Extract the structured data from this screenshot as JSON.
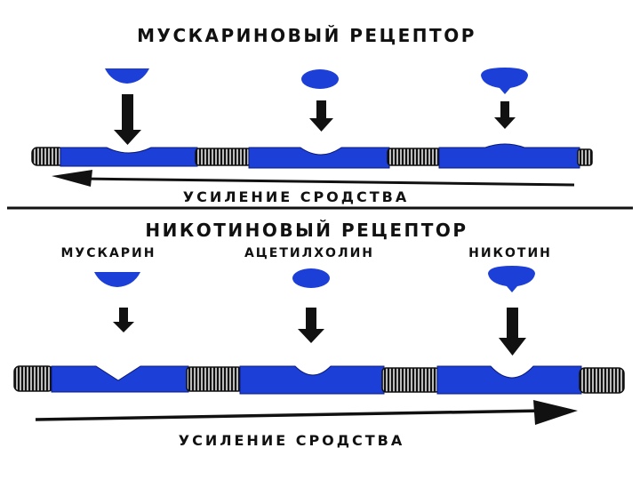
{
  "colors": {
    "receptor": "#1c3fd8",
    "ligand": "#1c3fd8",
    "ink": "#111111",
    "coil": "#bbbbbb",
    "background": "#ffffff"
  },
  "muscarinic": {
    "title": "МУСКАРИНОВЫЙ РЕЦЕПТОР",
    "affinity_label": "УСИЛЕНИЕ СРОДСТВА",
    "ligand_shapes": [
      "flat-cap-icon",
      "oval-icon",
      "pointed-drop-icon"
    ]
  },
  "nicotinic": {
    "title": "НИКОТИНОВЫЙ РЕЦЕПТОР",
    "ligands": [
      "МУСКАРИН",
      "АЦЕТИЛХОЛИН",
      "НИКОТИН"
    ],
    "affinity_label": "УСИЛЕНИЕ СРОДСТВА",
    "ligand_shapes": [
      "flat-cap-icon",
      "oval-icon",
      "pointed-drop-icon"
    ]
  }
}
